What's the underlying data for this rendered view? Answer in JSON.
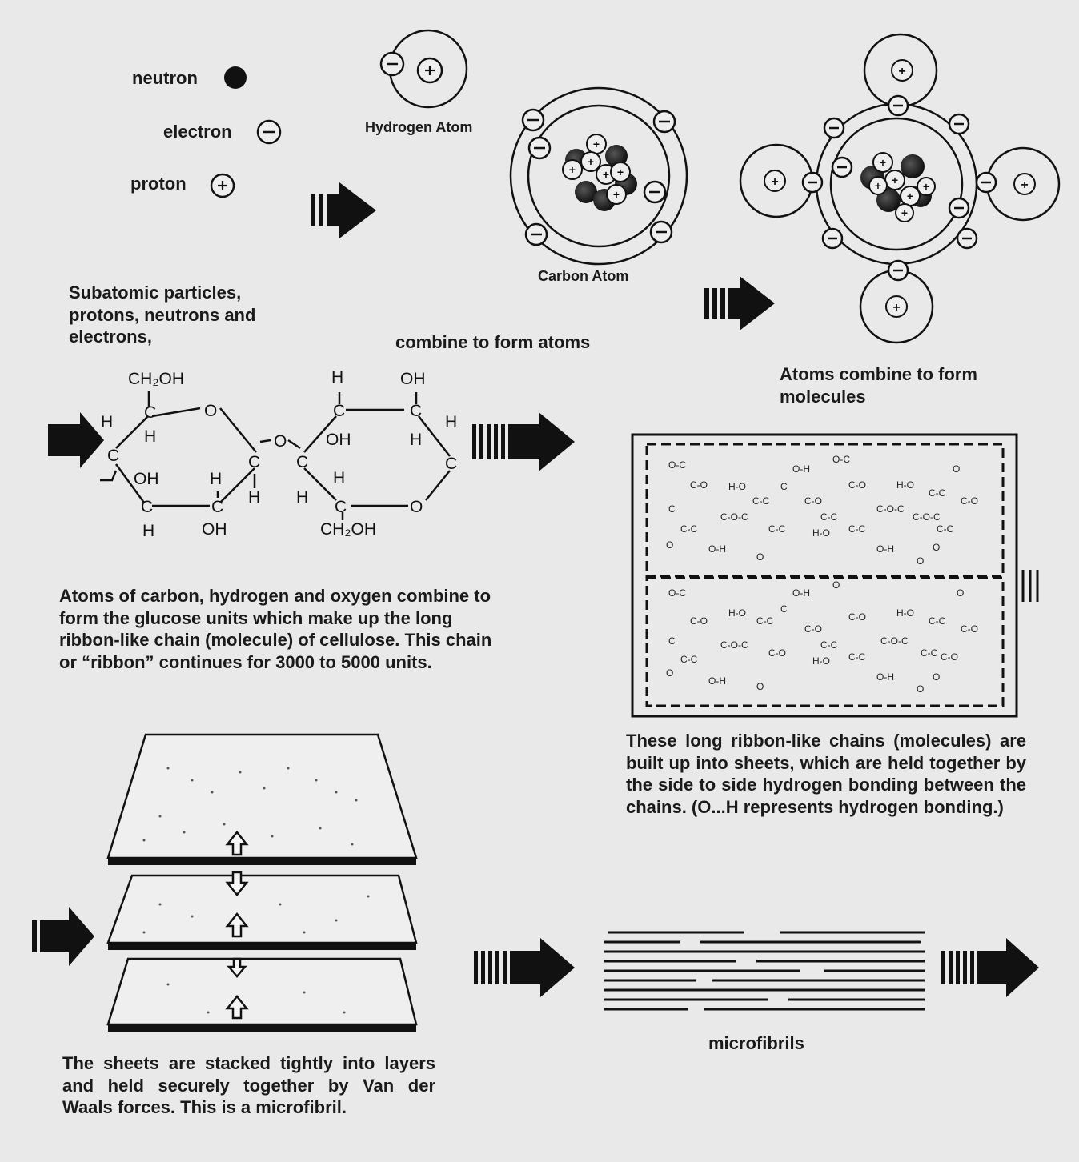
{
  "legend": {
    "neutron": "neutron",
    "electron": "electron",
    "proton": "proton"
  },
  "labels": {
    "hydrogen_atom": "Hydrogen Atom",
    "carbon_atom": "Carbon Atom",
    "microfibrils": "microfibrils"
  },
  "captions": {
    "subatomic": "Subatomic particles, protons, neutrons and electrons,",
    "combine_atoms": "combine to form atoms",
    "atoms_molecules": "Atoms combine to form molecules",
    "glucose": "Atoms of carbon, hydrogen and oxygen combine to form the glucose units which make up the long ribbon-like chain (molecule) of cellulose. This chain or “ribbon” continues for 3000 to 5000 units.",
    "sheets": "These long ribbon-like chains (molecules) are built up into sheets, which are held together by the side to side hydrogen bonding between the chains. (O...H represents hydrogen bonding.)",
    "stacked": "The sheets are stacked tightly into layers and held securely together by Van der Waals forces. This is a microfibril."
  },
  "glucose_formula": {
    "ch2oh": "CH₂OH",
    "oh": "OH",
    "h": "H",
    "c": "C",
    "o": "O"
  },
  "colors": {
    "background": "#e9e9e9",
    "ink": "#151515"
  }
}
